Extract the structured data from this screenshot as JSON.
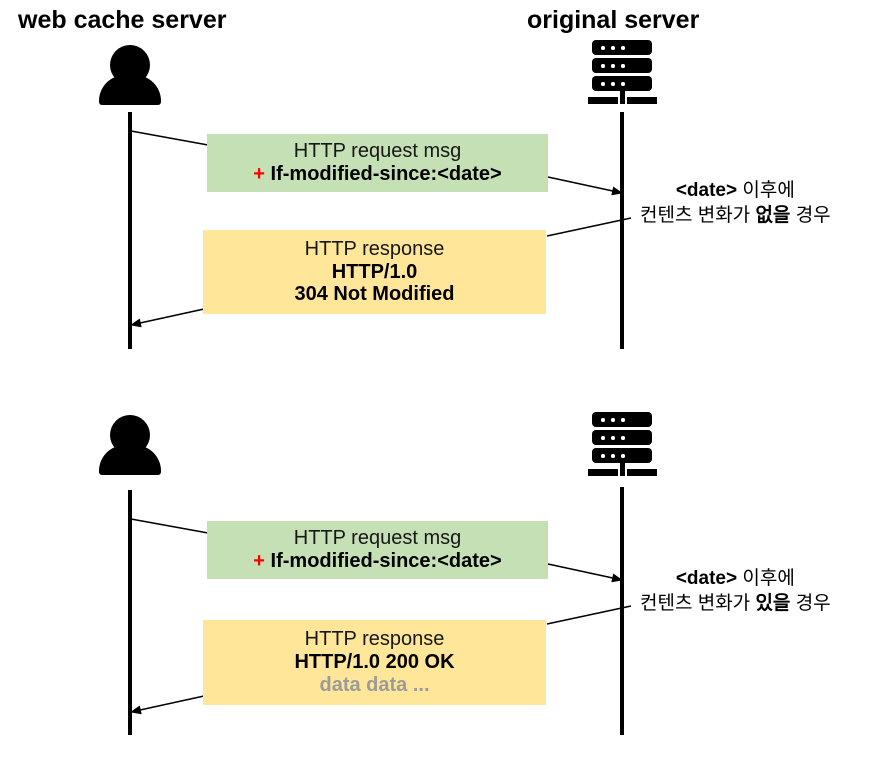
{
  "diagram": {
    "title_left": "web cache server",
    "title_right": "original server",
    "icons": {
      "left_actor": "person-icon",
      "right_actor": "server-rack-icon"
    },
    "colors": {
      "request_box": "#c5e0b4",
      "response_box": "#ffe699",
      "plus_marker": "#ff0000",
      "data_text": "#9b9b9b",
      "lifeline": "#000000"
    },
    "sections": [
      {
        "id": "not-modified",
        "request": {
          "line1": "HTTP request msg",
          "plus": "+",
          "line2": "If-modified-since:<date>"
        },
        "response": {
          "line1": "HTTP response",
          "line2": "HTTP/1.0",
          "line3": "304 Not Modified"
        },
        "annotation": {
          "line1_code": "<date>",
          "line1_rest": " 이후에",
          "line2_pre": "컨텐츠 변화가 ",
          "line2_bold": "없을",
          "line2_post": " 경우"
        }
      },
      {
        "id": "modified",
        "request": {
          "line1": "HTTP request msg",
          "plus": "+",
          "line2": "If-modified-since:<date>"
        },
        "response": {
          "line1": "HTTP response",
          "line2": "HTTP/1.0 200 OK",
          "line3": "data data ..."
        },
        "annotation": {
          "line1_code": "<date>",
          "line1_rest": " 이후에",
          "line2_pre": "컨텐츠 변화가 ",
          "line2_bold": "있을",
          "line2_post": " 경우"
        }
      }
    ]
  }
}
